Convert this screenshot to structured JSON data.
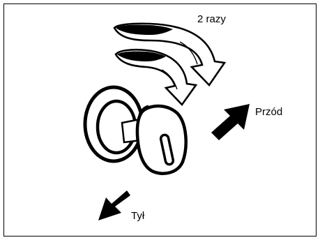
{
  "labels": {
    "count": "2 razy",
    "forward": "Przód",
    "backward": "Tył"
  },
  "colors": {
    "ink": "#000000",
    "paper": "#ffffff"
  },
  "icons": [
    "curved-arrow-icon",
    "curved-arrow-icon",
    "key-in-lock-icon",
    "forward-arrow-icon",
    "backward-arrow-icon"
  ]
}
